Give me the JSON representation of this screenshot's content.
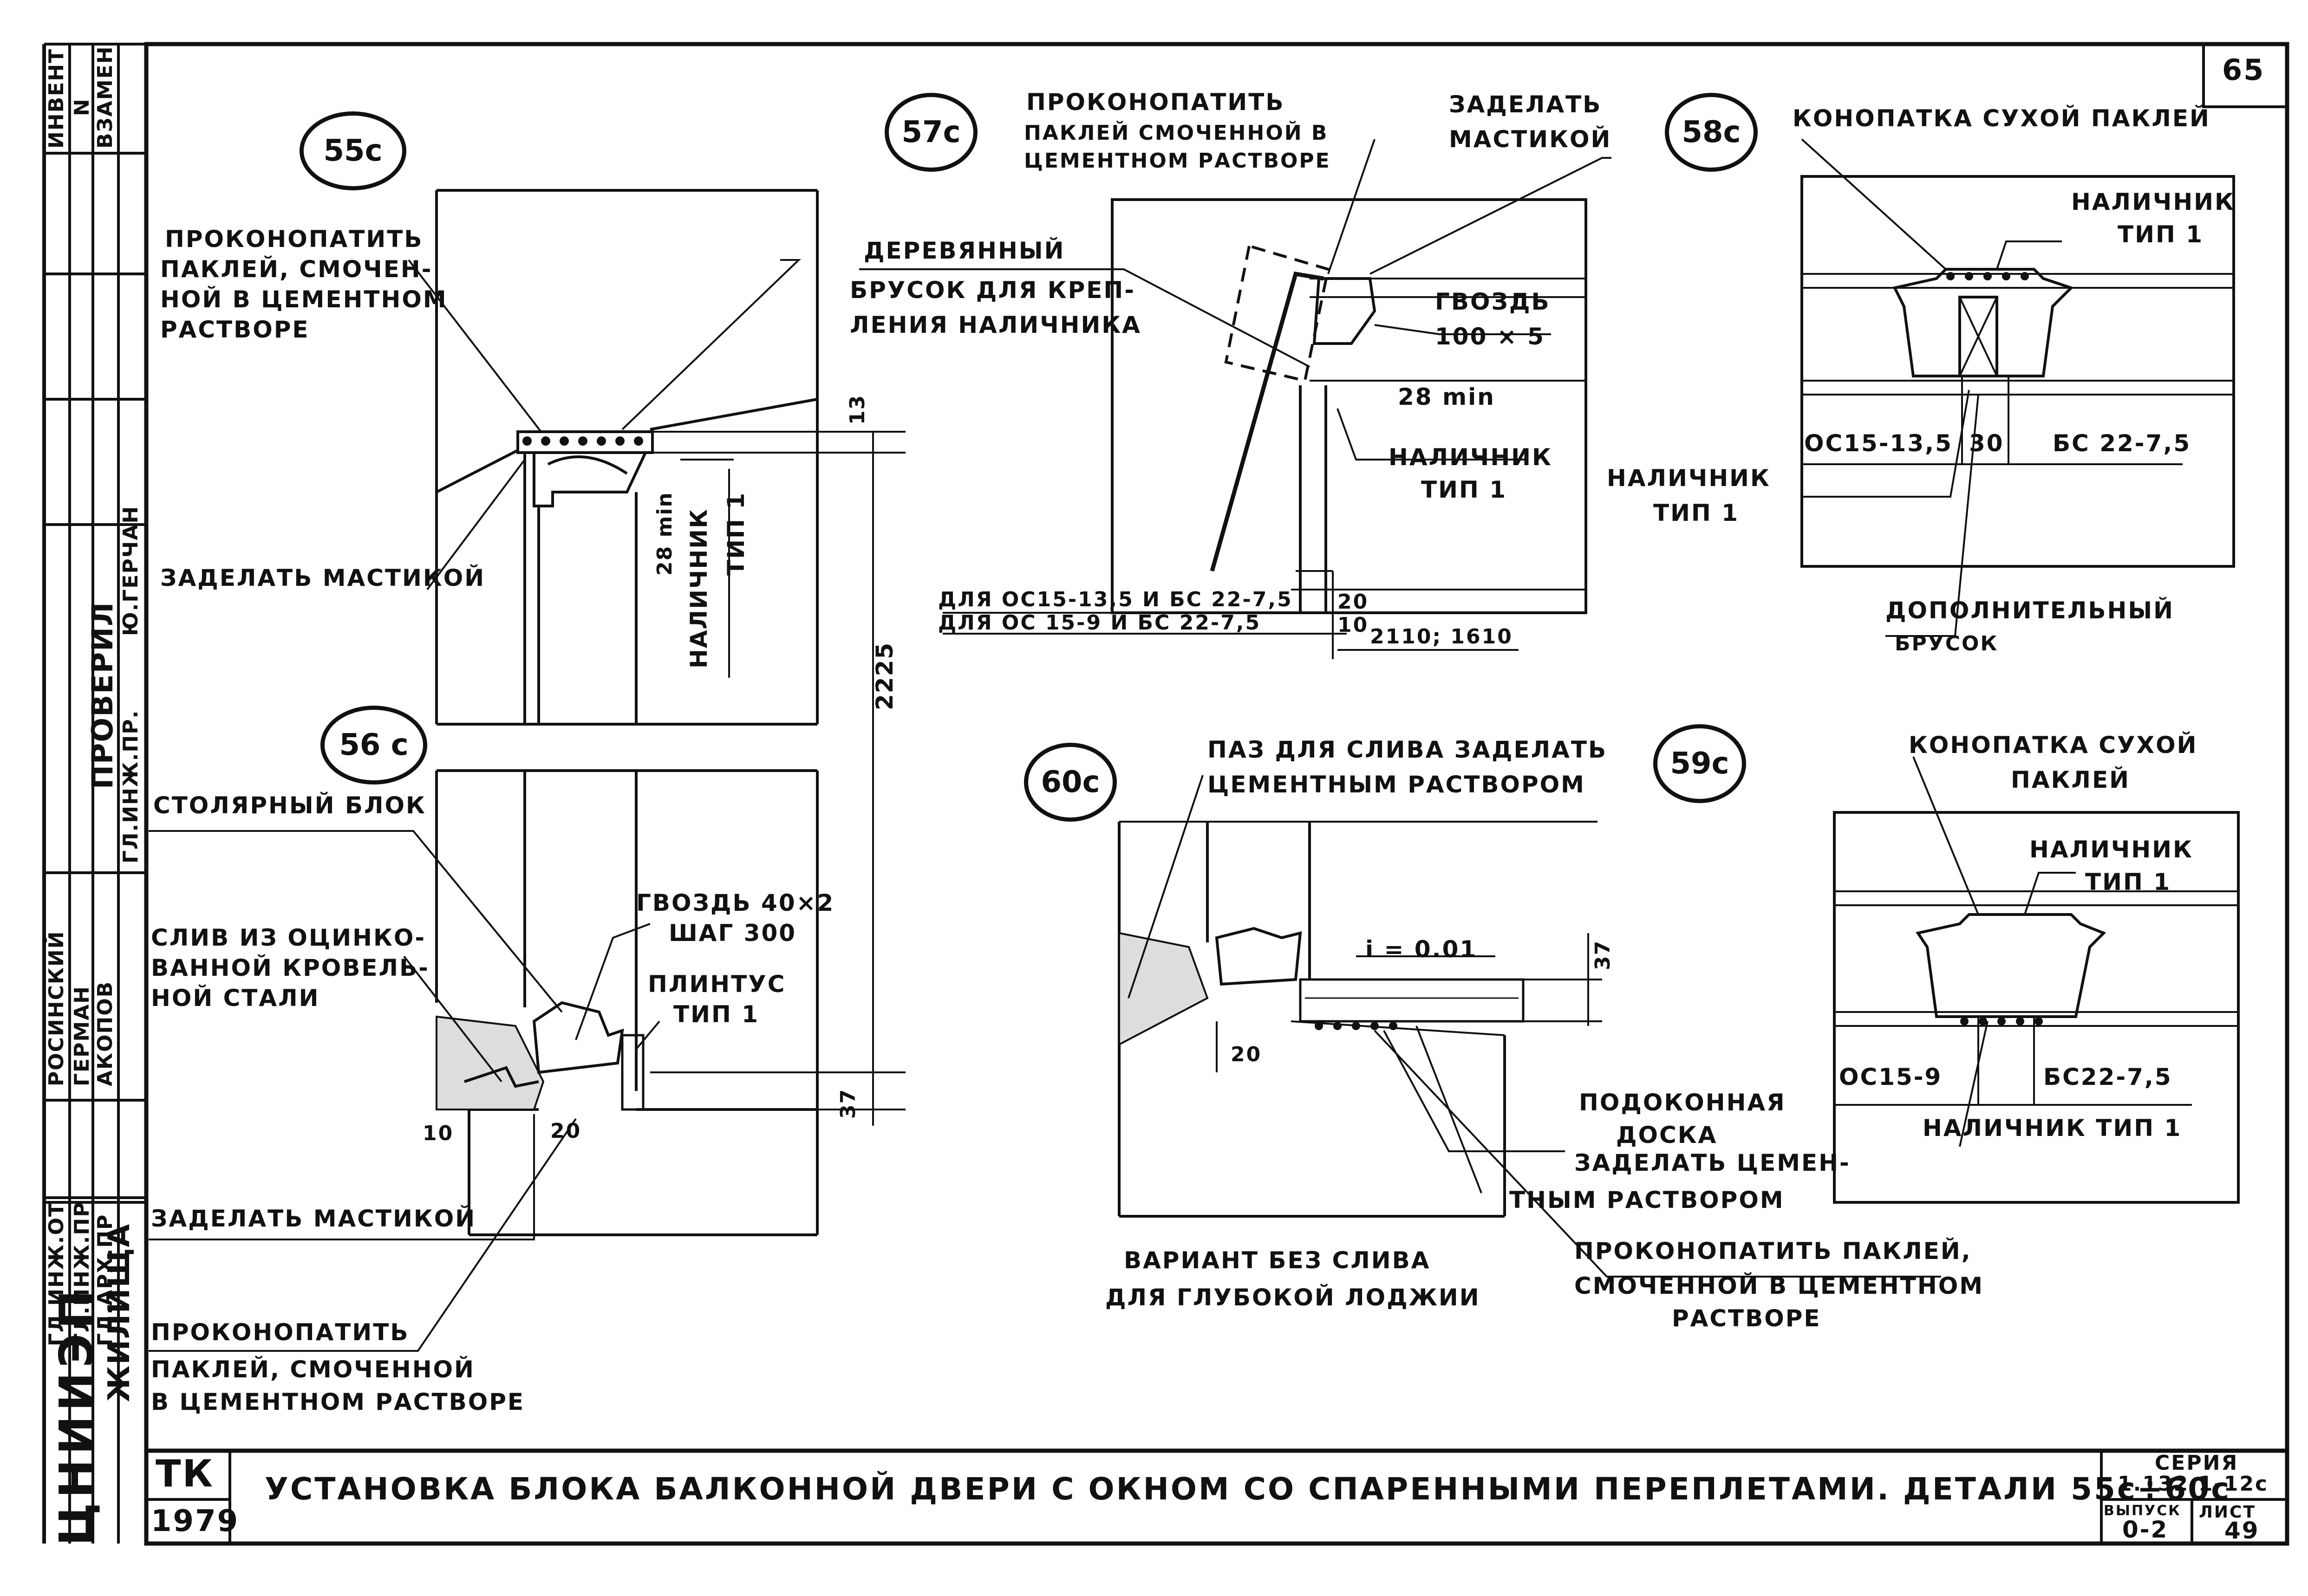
{
  "page_number": "65",
  "left_strip": {
    "inv": "ИНВЕНТ",
    "n": "N",
    "vzamen": "ВЗАМЕН",
    "proverila": "ПРОВЕРИЛ",
    "names": [
      "Ю.ГЕРЧАН",
      "РОСИНСКИЙ",
      "ГЕРМАН",
      "АКОПОВ"
    ],
    "roles": [
      "ГЛ.ИНЖ.ПР.",
      "ГЛ.ИНЖ.ОТ",
      "ГЛ.ИНЖ.ПР",
      "ГЛ.АРХ.ПР"
    ],
    "org": "ЦНИИЭП",
    "org2": "ЖИЛИЩА"
  },
  "details": {
    "d55": {
      "tag": "55с",
      "note_caulk": [
        "ПРОКОНОПАТИТЬ",
        "ПАКЛЕЙ, СМОЧЕН-",
        "НОЙ В ЦЕМЕНТНОМ",
        "РАСТВОРЕ"
      ],
      "note_mastic": "ЗАДЕЛАТЬ МАСТИКОЙ",
      "dim_28": "28 min",
      "trim": [
        "НАЛИЧНИК",
        "ТИП 1"
      ],
      "dim_13": "13",
      "dim_2225": "2225"
    },
    "d56": {
      "tag": "56 с",
      "joinery": "СТОЛЯРНЫЙ БЛОК",
      "drain": [
        "СЛИВ ИЗ ОЦИНКО-",
        "ВАННОЙ КРОВЕЛЬ-",
        "НОЙ СТАЛИ"
      ],
      "nail": [
        "ГВОЗДЬ 40×2",
        "ШАГ 300"
      ],
      "plinth": [
        "ПЛИНТУС",
        "ТИП 1"
      ],
      "dim_37": "37",
      "dim_10": "10",
      "dim_20": "20",
      "note_mastic": "ЗАДЕЛАТЬ МАСТИКОЙ",
      "note_caulk": [
        "ПРОКОНОПАТИТЬ",
        "ПАКЛЕЙ, СМОЧЕННОЙ",
        "В ЦЕМЕНТНОМ РАСТВОРЕ"
      ]
    },
    "d57": {
      "tag": "57с",
      "note_caulk": [
        "ПРОКОНОПАТИТЬ",
        "ПАКЛЕЙ СМОЧЕННОЙ В",
        "ЦЕМЕНТНОМ РАСТВОРЕ"
      ],
      "note_mastic": [
        "ЗАДЕЛАТЬ",
        "МАСТИКОЙ"
      ],
      "bar": [
        "ДЕРЕВЯННЫЙ",
        "БРУСОК ДЛЯ КРЕП-",
        "ЛЕНИЯ НАЛИЧНИКА"
      ],
      "nail": [
        "ГВОЗДЬ",
        "100 × 5"
      ],
      "dim_28": "28 min",
      "trim": [
        "НАЛИЧНИК",
        "ТИП 1"
      ],
      "row1": "ДЛЯ ОС15-13,5   И   БС 22-7,5",
      "row2": "ДЛЯ ОС 15-9    И   БС 22-7,5",
      "dim_20": "20",
      "dim_10": "10",
      "dim_2110": "2110; 1610"
    },
    "d58": {
      "tag": "58с",
      "note": "КОНОПАТКА СУХОЙ ПАКЛЕЙ",
      "trim_top": [
        "НАЛИЧНИК",
        "ТИП 1"
      ],
      "os": "ОС15-13,5",
      "dim_30": "30",
      "bs": "БС 22-7,5",
      "trim_left": [
        "НАЛИЧНИК",
        "ТИП 1"
      ],
      "extra_bar": [
        "ДОПОЛНИТЕЛЬНЫЙ",
        "БРУСОК"
      ]
    },
    "d59": {
      "tag": "59с",
      "note": [
        "КОНОПАТКА СУХОЙ",
        "ПАКЛЕЙ"
      ],
      "trim_top": [
        "НАЛИЧНИК",
        "ТИП 1"
      ],
      "os": "ОС15-9",
      "bs": "БС22-7,5",
      "trim_bottom": "НАЛИЧНИК ТИП 1"
    },
    "d60": {
      "tag": "60с",
      "groove": [
        "ПАЗ ДЛЯ СЛИВА ЗАДЕЛАТЬ",
        "ЦЕМЕНТНЫМ РАСТВОРОМ"
      ],
      "slope": "i = 0.01",
      "dim_37": "37",
      "dim_20": "20",
      "sill": [
        "ПОДОКОННАЯ",
        "ДОСКА"
      ],
      "cement": [
        "ЗАДЕЛАТЬ ЦЕМЕН-",
        "ТНЫМ РАСТВОРОМ"
      ],
      "caulk": [
        "ПРОКОНОПАТИТЬ ПАКЛЕЙ,",
        "СМОЧЕННОЙ В ЦЕМЕНТНОМ",
        "РАСТВОРЕ"
      ],
      "variant": [
        "ВАРИАНТ БЕЗ СЛИВА",
        "ДЛЯ ГЛУБОКОЙ ЛОДЖИИ"
      ]
    }
  },
  "title_block": {
    "tk": "ТК",
    "year": "1979",
    "title": "УСТАНОВКА БЛОКА БАЛКОННОЙ ДВЕРИ С ОКНОМ СО СПАРЕННЫМИ ПЕРЕПЛЕТАМИ. ДЕТАЛИ 55с÷60с",
    "series_label": "СЕРИЯ",
    "series": "1.132.1-12с",
    "issue_label": "ВЫПУСК",
    "issue": "0-2",
    "sheet_label": "ЛИСТ",
    "sheet": "49"
  }
}
